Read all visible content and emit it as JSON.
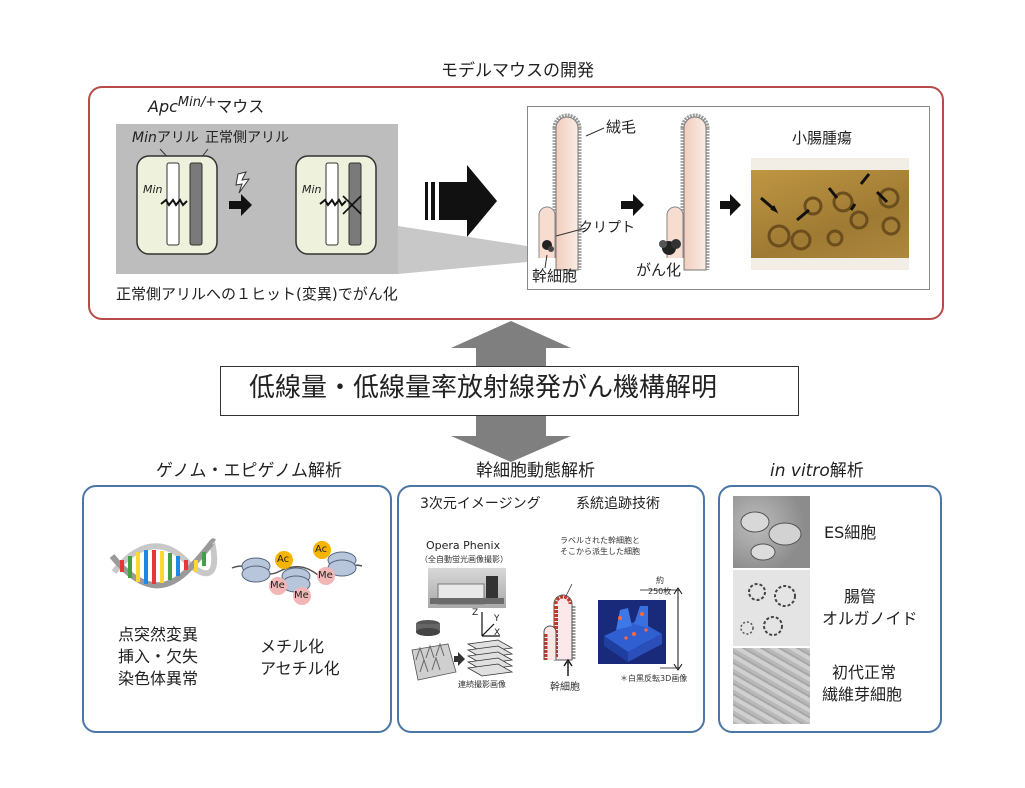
{
  "top": {
    "title": "モデルマウスの開発",
    "mouse_label": "Apc",
    "mouse_sup": "Min/+",
    "mouse_suffix": "マウス",
    "min_allele": "Min",
    "min_allele_suffix": "アリル",
    "normal_allele": "正常側アリル",
    "min_mark": "Min",
    "one_hit_caption": "正常側アリルへの１ヒット(変異)でがん化",
    "villus": "絨毛",
    "crypt": "クリプト",
    "stem_cell": "幹細胞",
    "cancer": "がん化",
    "tumor_title": "小腸腫瘍"
  },
  "center": {
    "banner": "低線量・低線量率放射線発がん機構解明"
  },
  "genome": {
    "title": "ゲノム・エピゲノム解析",
    "ac": "Ac",
    "me": "Me",
    "items_left": [
      "点突然変異",
      "挿入・欠失",
      "染色体異常"
    ],
    "items_right": [
      "メチル化",
      "アセチル化"
    ]
  },
  "stem": {
    "title": "幹細胞動態解析",
    "imaging_title": "3次元イメージング",
    "tracking_title": "系統追跡技術",
    "device_name": "Opera Phenix",
    "device_note": "（全自動蛍光画像撮影）",
    "axis_z": "Z",
    "axis_y": "Y",
    "axis_x": "X",
    "serial_images": "連続撮影画像",
    "labeled_cells_line1": "ラベルされた幹細胞と",
    "labeled_cells_line2": "そこから派生した細胞",
    "approx": "約",
    "count": "250枚",
    "stem_cell": "幹細胞",
    "inverted_note": "＊白黒反転3D画像"
  },
  "invitro": {
    "title_italic": "in vitro",
    "title_suffix": "解析",
    "es": "ES細胞",
    "organoid_line1": "腸管",
    "organoid_line2": "オルガノイド",
    "fibro_line1": "初代正常",
    "fibro_line2": "繊維芽細胞"
  },
  "colors": {
    "top_border": "#b84a4a",
    "bottom_border": "#4a76a8",
    "grey_arrow": "#7f7f7f",
    "chrom_panel_bg": "#bdbdbd",
    "tumor_bg": "#b58b3a"
  }
}
